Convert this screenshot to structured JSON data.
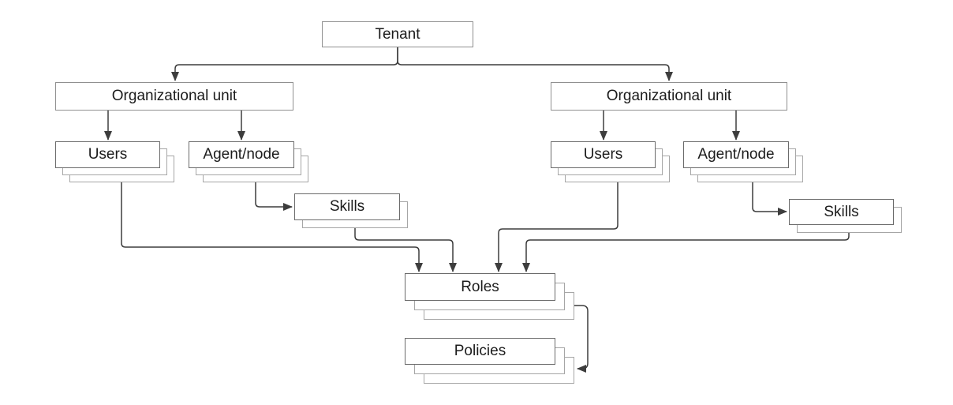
{
  "diagram": {
    "nodes": {
      "tenant": {
        "label": "Tenant"
      },
      "org_unit_left": {
        "label": "Organizational unit"
      },
      "org_unit_right": {
        "label": "Organizational unit"
      },
      "users_left": {
        "label": "Users"
      },
      "agent_node_left": {
        "label": "Agent/node"
      },
      "skills_left": {
        "label": "Skills"
      },
      "users_right": {
        "label": "Users"
      },
      "agent_node_right": {
        "label": "Agent/node"
      },
      "skills_right": {
        "label": "Skills"
      },
      "roles": {
        "label": "Roles"
      },
      "policies": {
        "label": "Policies"
      }
    },
    "edges": [
      {
        "from": "tenant",
        "to": "org_unit_left"
      },
      {
        "from": "tenant",
        "to": "org_unit_right"
      },
      {
        "from": "org_unit_left",
        "to": "users_left"
      },
      {
        "from": "org_unit_left",
        "to": "agent_node_left"
      },
      {
        "from": "org_unit_right",
        "to": "users_right"
      },
      {
        "from": "org_unit_right",
        "to": "agent_node_right"
      },
      {
        "from": "agent_node_left",
        "to": "skills_left"
      },
      {
        "from": "agent_node_right",
        "to": "skills_right"
      },
      {
        "from": "users_left",
        "to": "roles"
      },
      {
        "from": "skills_left",
        "to": "roles"
      },
      {
        "from": "users_right",
        "to": "roles"
      },
      {
        "from": "skills_right",
        "to": "roles"
      },
      {
        "from": "roles",
        "to": "policies"
      }
    ],
    "colors": {
      "background": "#ffffff",
      "box_fill": "#ffffff",
      "box_border": "#909090",
      "stack_front_border": "#6b6b6b",
      "stack_shadow_border": "#a6a6a6",
      "connector": "#3d3d3d",
      "text": "#1c1c1c"
    }
  }
}
